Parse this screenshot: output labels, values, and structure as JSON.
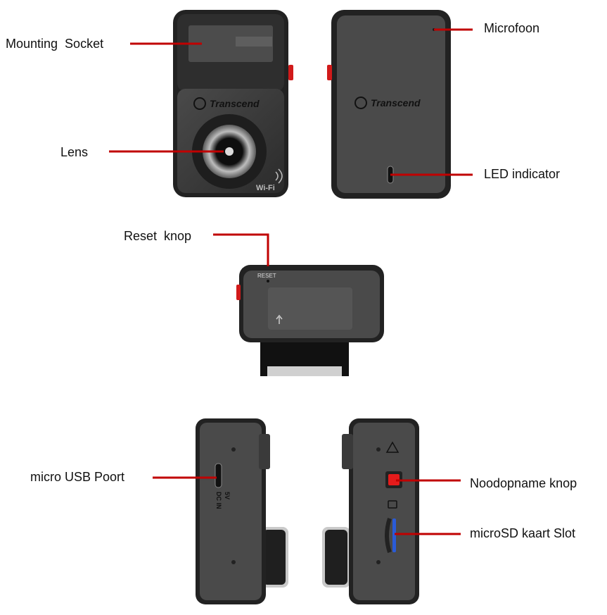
{
  "colors": {
    "leader": "#c00000",
    "body": "#3a3a3a",
    "body_dark": "#1f1f1f",
    "accent_red": "#d11a1a",
    "sd_blue": "#2a5bd7"
  },
  "labels": {
    "mounting_socket": "Mounting  Socket",
    "lens": "Lens",
    "microphone": "Microfoon",
    "led_indicator": "LED indicator",
    "reset_button": "Reset  knop",
    "micro_usb_port": "micro USB Poort",
    "emergency_button": "Noodopname knop",
    "microsd_slot": "microSD kaart Slot"
  },
  "device_text": {
    "brand_front": "Transcend",
    "brand_back": "Transcend",
    "wifi": "Wi-Fi",
    "reset": "RESET",
    "usb_5v": "5V",
    "usb_dcin": "DC IN"
  }
}
